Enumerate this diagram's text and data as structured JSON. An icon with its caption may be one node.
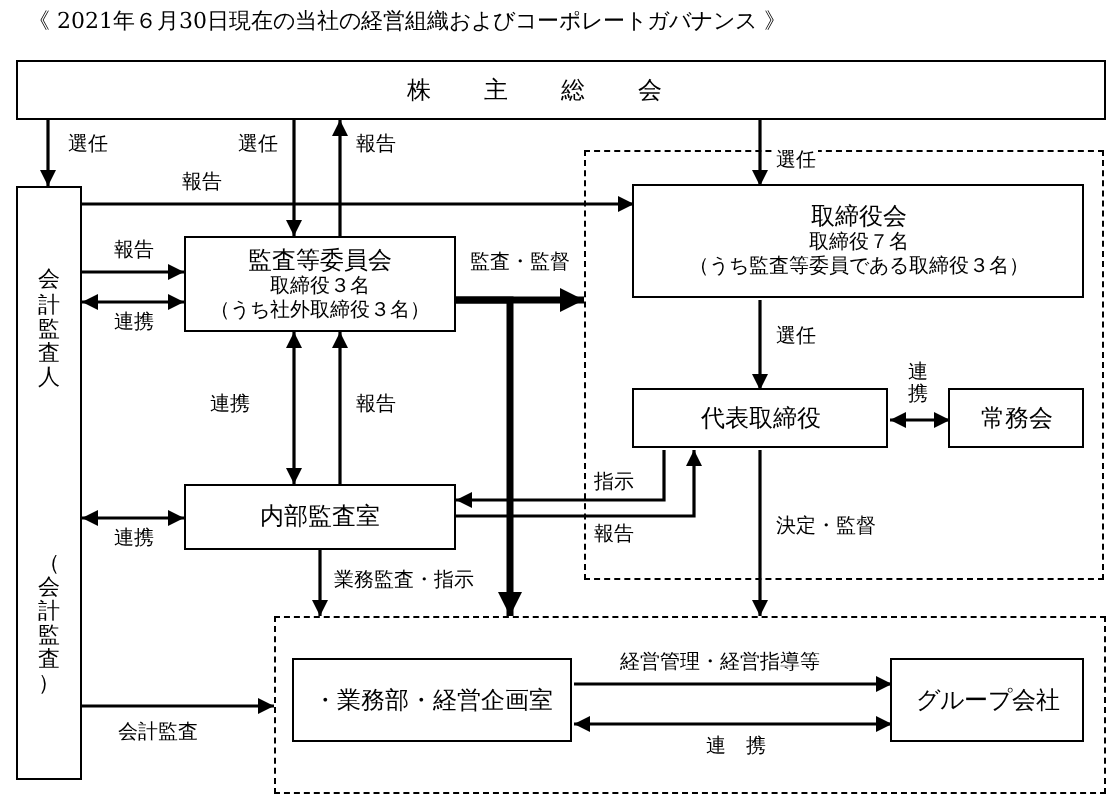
{
  "diagram": {
    "title": "《 2021年６月30日現在の当社の経営組織およびコーポレートガバナンス 》",
    "nodes": [
      {
        "text": [
          "株主総会"
        ]
      },
      {
        "text": [
          "会計監査人",
          "（会計監査）"
        ]
      },
      {
        "text": [
          "監査等委員会",
          "取締役３名",
          "（うち社外取締役３名）"
        ]
      },
      {
        "text": [],
        "shape": "box"
      },
      {
        "text": [
          "取締役会",
          "取締役７名",
          "（うち監査等委員である取締役３名）"
        ],
        "in": 3
      },
      {
        "text": [
          "代表取締役"
        ],
        "in": 3
      },
      {
        "text": [
          "常務会"
        ],
        "in": 3
      },
      {
        "text": [
          "内部監査室"
        ]
      },
      {
        "text": [],
        "shape": "box"
      },
      {
        "text": [
          "・業務部・経営企画室"
        ],
        "in": 8
      },
      {
        "text": [
          "グループ会社"
        ],
        "in": 8
      }
    ],
    "edges": [
      {
        "from": 0,
        "to": 1,
        "arrow": "to",
        "label": "選任"
      },
      {
        "from": 0,
        "to": 2,
        "arrow": "to",
        "label": "選任"
      },
      {
        "from": 2,
        "to": 0,
        "arrow": "to",
        "label": "報告"
      },
      {
        "from": 0,
        "to": 4,
        "arrow": "to",
        "label": "選任"
      },
      {
        "from": 1,
        "to": 4,
        "arrow": "to",
        "label": "報告"
      },
      {
        "from": 1,
        "to": 2,
        "arrow": "to",
        "label": "報告"
      },
      {
        "from": 1,
        "to": 2,
        "arrow": "both",
        "label": "連携"
      },
      {
        "from": 2,
        "to": 3,
        "arrow": "to",
        "label": "監査・監督",
        "style": "thick"
      },
      {
        "from": 2,
        "to": 8,
        "arrow": "to",
        "style": "thick"
      },
      {
        "from": 4,
        "to": 5,
        "arrow": "to",
        "label": "選任"
      },
      {
        "from": 5,
        "to": 6,
        "arrow": "both",
        "label": "連携"
      },
      {
        "from": 2,
        "to": 7,
        "arrow": "both",
        "label": "連携"
      },
      {
        "from": 7,
        "to": 2,
        "arrow": "to",
        "label": "報告"
      },
      {
        "from": 1,
        "to": 7,
        "arrow": "both",
        "label": "連携"
      },
      {
        "from": 5,
        "to": 7,
        "arrow": "to",
        "label": "指示"
      },
      {
        "from": 7,
        "to": 5,
        "arrow": "to",
        "label": "報告"
      },
      {
        "from": 7,
        "to": 8,
        "arrow": "to",
        "label": "業務監査・指示"
      },
      {
        "from": 5,
        "to": 8,
        "arrow": "to",
        "label": "決定・監督"
      },
      {
        "from": 1,
        "to": 8,
        "arrow": "to",
        "label": "会計監査"
      },
      {
        "from": 9,
        "to": 10,
        "arrow": "to",
        "label": "経営管理・経営指導等"
      },
      {
        "from": 9,
        "to": 10,
        "arrow": "both",
        "label": "連　携"
      }
    ]
  }
}
